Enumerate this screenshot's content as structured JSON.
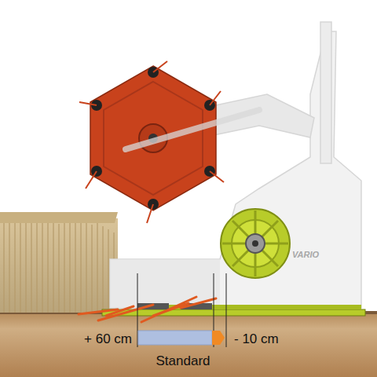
{
  "diagram": {
    "labels": [
      "VARIO",
      "+ 60 cm",
      "- 10 cm",
      "Standard"
    ]
  }
}
